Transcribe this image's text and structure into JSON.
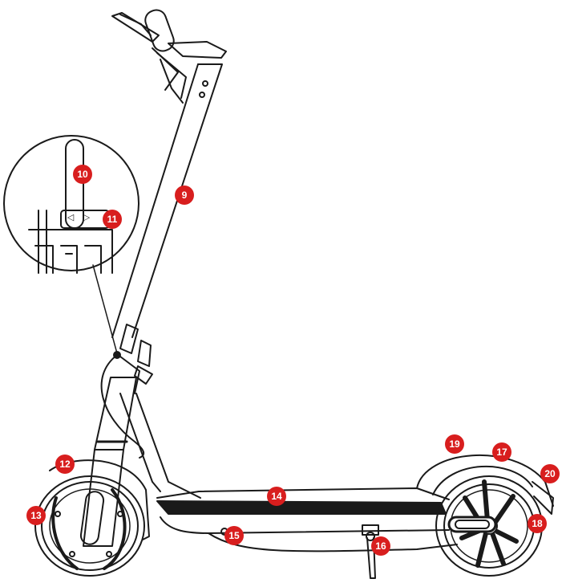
{
  "colors": {
    "line": "#1a1a1a",
    "badge": "#d81e1e",
    "badge_text": "#ffffff",
    "background": "#ffffff"
  },
  "callouts": [
    {
      "id": "9",
      "label": "9"
    },
    {
      "id": "10",
      "label": "10"
    },
    {
      "id": "11",
      "label": "11"
    },
    {
      "id": "12",
      "label": "12"
    },
    {
      "id": "13",
      "label": "13"
    },
    {
      "id": "14",
      "label": "14"
    },
    {
      "id": "15",
      "label": "15"
    },
    {
      "id": "16",
      "label": "16"
    },
    {
      "id": "17",
      "label": "17"
    },
    {
      "id": "18",
      "label": "18"
    },
    {
      "id": "19",
      "label": "19"
    },
    {
      "id": "20",
      "label": "20"
    }
  ],
  "inset": {
    "arrow_left": "◁",
    "arrow_right": "▷"
  }
}
